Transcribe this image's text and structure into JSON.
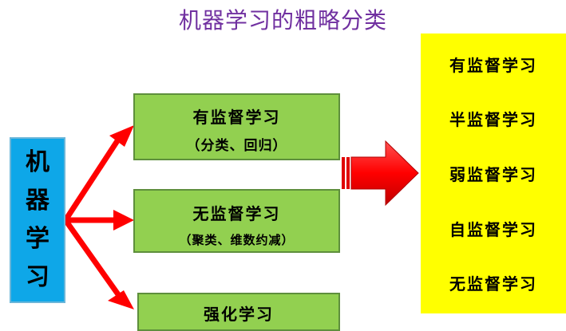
{
  "title": "机器学习的粗略分类",
  "root": {
    "chars": [
      "机",
      "器",
      "学",
      "习"
    ]
  },
  "categories": [
    {
      "main": "有监督学习",
      "sub": "（分类、回归）"
    },
    {
      "main": "无监督学习",
      "sub": "（聚类、维数约减）"
    },
    {
      "main": "强化学习"
    }
  ],
  "subtypes": [
    "有监督学习",
    "半监督学习",
    "弱监督学习",
    "自监督学习",
    "无监督学习"
  ],
  "colors": {
    "title": "#7030a0",
    "root_fill": "#0ea7e8",
    "category_fill": "#92d050",
    "subtype_fill": "#ffff00",
    "arrow": "#ff0000"
  }
}
